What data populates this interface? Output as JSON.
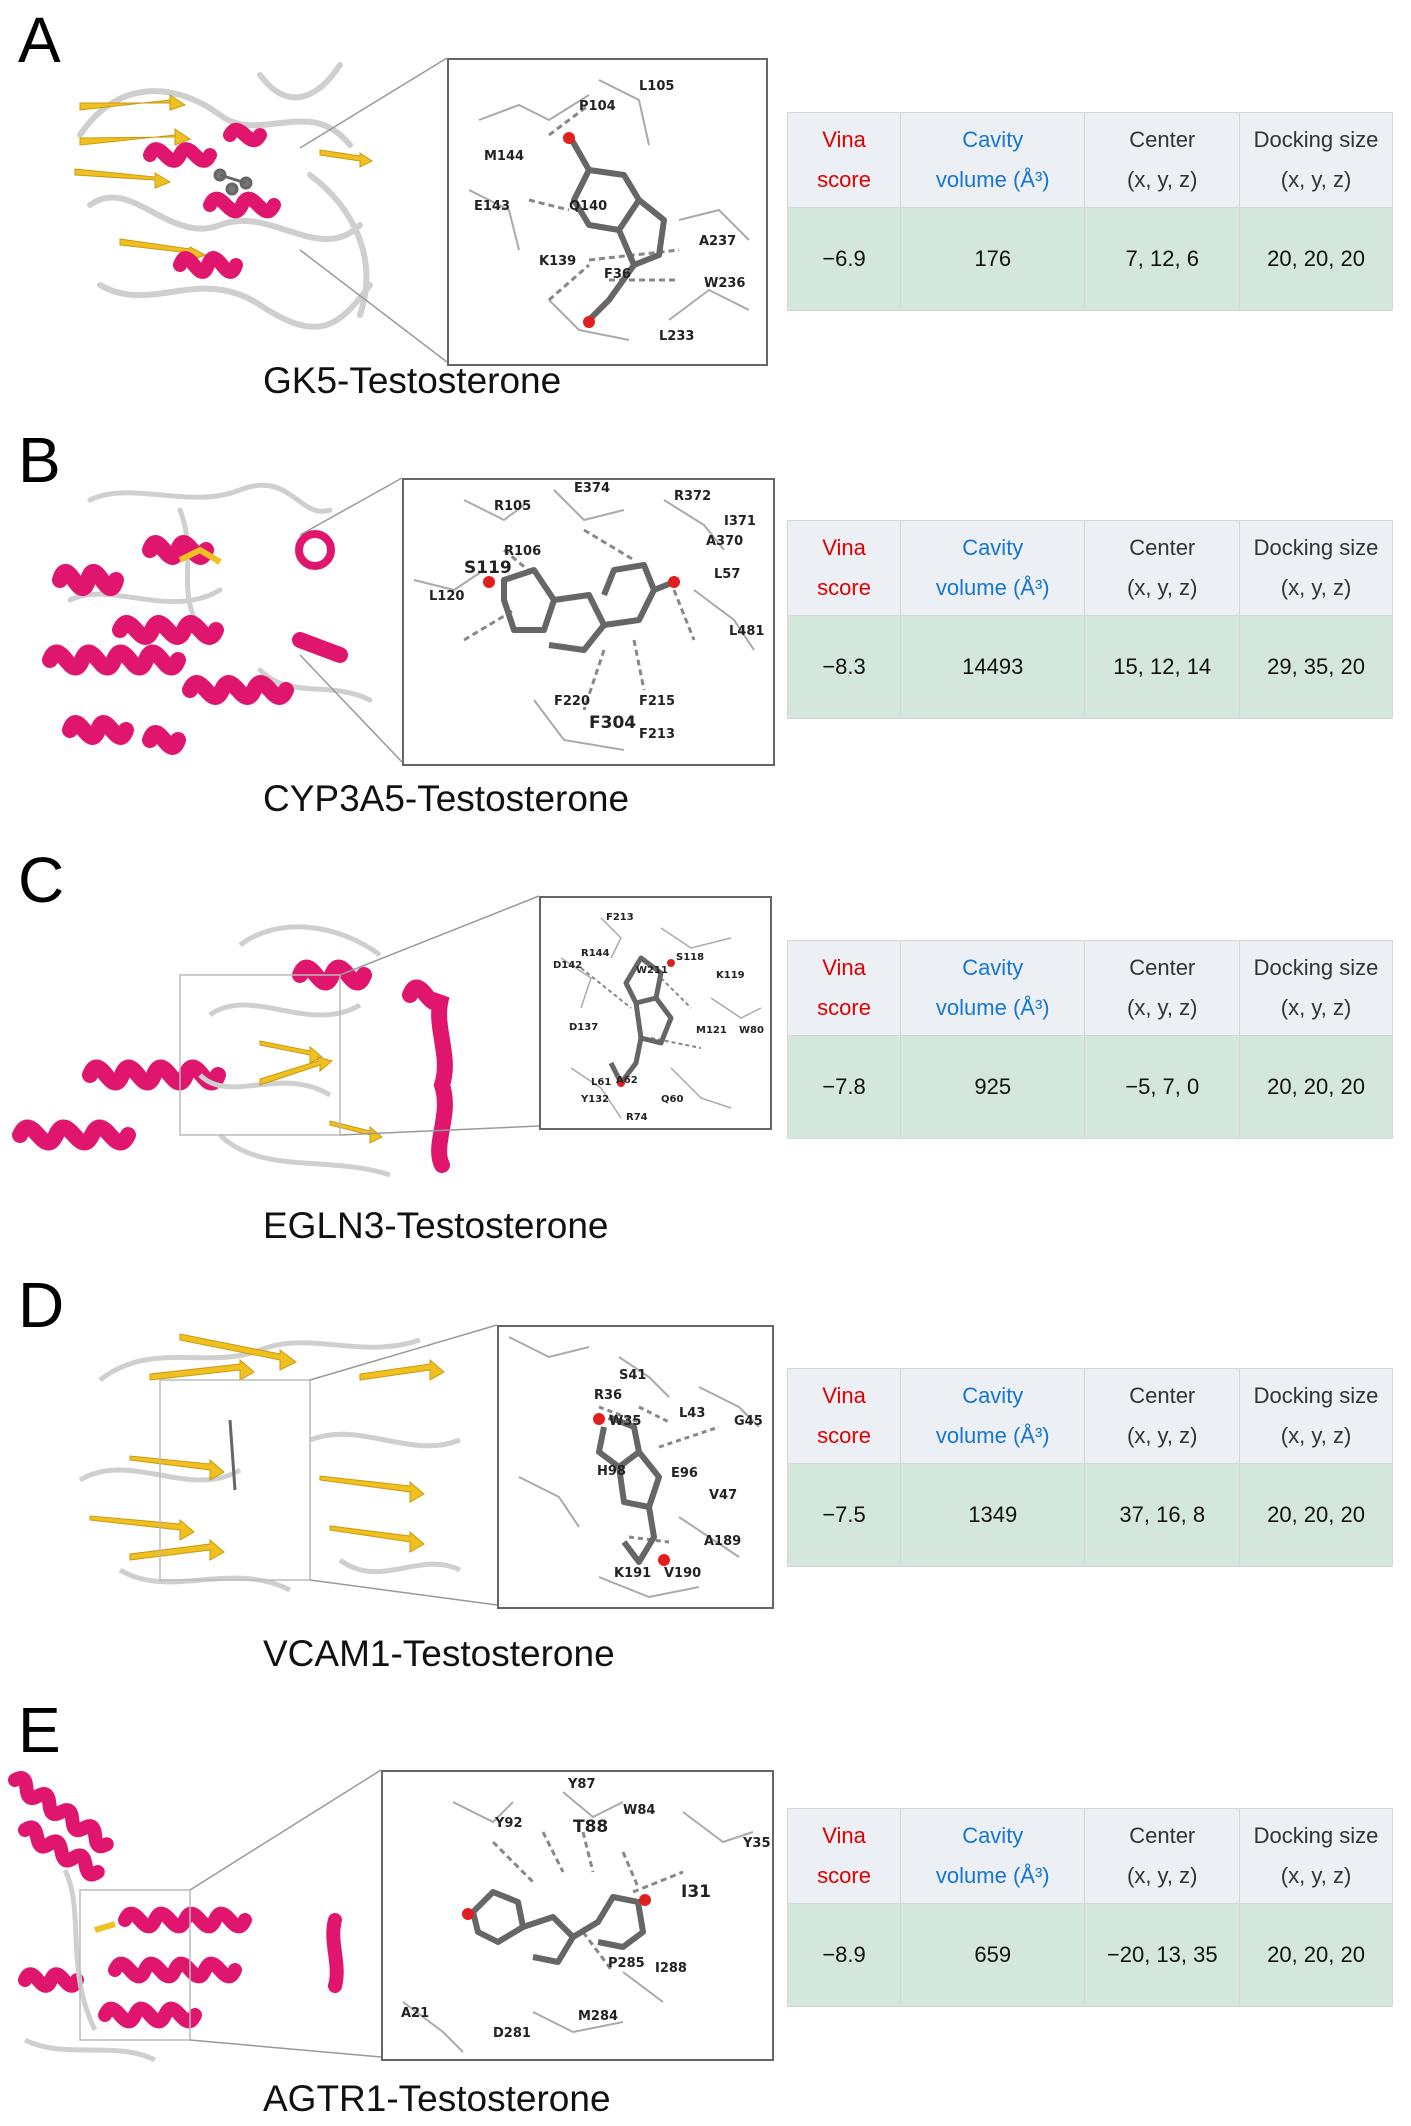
{
  "table_headers": {
    "vina_1": "Vina",
    "vina_2": "score",
    "cavity_1": "Cavity",
    "cavity_2": "volume (Å³)",
    "center_1": "Center",
    "center_2": "(x, y, z)",
    "docking_1": "Docking size",
    "docking_2": "(x, y, z)"
  },
  "colors": {
    "vina_header": "#e00000",
    "cavity_header": "#1677d2",
    "helix": "#e0166e",
    "sheet": "#f0c020",
    "header_bg": "#eceff4",
    "data_bg": "#d4e7dc"
  },
  "panels": [
    {
      "letter": "A",
      "caption": "GK5-Testosterone",
      "vina": "−6.9",
      "cavity": "176",
      "center": "7, 12, 6",
      "docking": "20, 20, 20",
      "residues": [
        "L105",
        "P104",
        "M144",
        "E143",
        "Q140",
        "K139",
        "F36",
        "A237",
        "W236",
        "L233"
      ]
    },
    {
      "letter": "B",
      "caption": "CYP3A5-Testosterone",
      "vina": "−8.3",
      "cavity": "14493",
      "center": "15, 12, 14",
      "docking": "29, 35, 20",
      "residues": [
        "E374",
        "R372",
        "R105",
        "I371",
        "A370",
        "R106",
        "S119",
        "L57",
        "L120",
        "L481",
        "F215",
        "F220",
        "F304",
        "F213"
      ]
    },
    {
      "letter": "C",
      "caption": "EGLN3-Testosterone",
      "vina": "−7.8",
      "cavity": "925",
      "center": "−5, 7, 0",
      "docking": "20, 20, 20",
      "residues": [
        "F213",
        "R144",
        "D142",
        "W211",
        "S118",
        "K119",
        "D137",
        "M121",
        "W80",
        "A62",
        "L61",
        "Y132",
        "Q60",
        "R74"
      ]
    },
    {
      "letter": "D",
      "caption": "VCAM1-Testosterone",
      "vina": "−7.5",
      "cavity": "1349",
      "center": "37, 16, 8",
      "docking": "20, 20, 20",
      "residues": [
        "S41",
        "R36",
        "L43",
        "W35",
        "G45",
        "H98",
        "E96",
        "V47",
        "A189",
        "K191",
        "V190"
      ]
    },
    {
      "letter": "E",
      "caption": "AGTR1-Testosterone",
      "vina": "−8.9",
      "cavity": "659",
      "center": "−20, 13, 35",
      "docking": "20, 20, 20",
      "residues": [
        "Y87",
        "W84",
        "Y92",
        "T88",
        "Y35",
        "I31",
        "P285",
        "I288",
        "A21",
        "M284",
        "D281"
      ]
    }
  ]
}
